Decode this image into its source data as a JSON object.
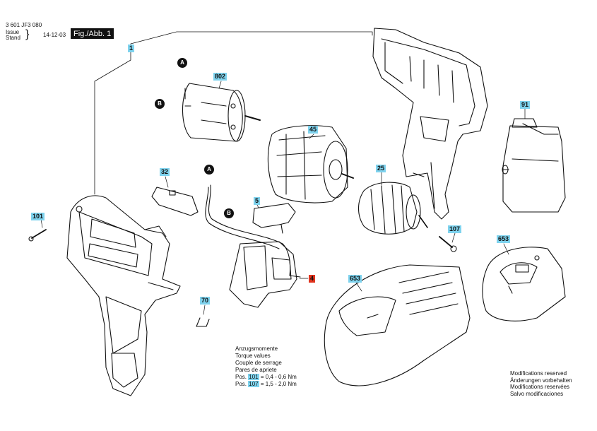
{
  "header": {
    "doc_number": "3 601 JF3 080",
    "issue_label": "Issue",
    "stand_label": "Stand",
    "date": "14-12-03",
    "figure": "Fig./Abb. 1"
  },
  "parts": {
    "p1": "1",
    "p802": "802",
    "p45": "45",
    "p91": "91",
    "p32": "32",
    "p25": "25",
    "p5": "5",
    "p101": "101",
    "p107": "107",
    "p653a": "653",
    "p653b": "653",
    "p4": "4",
    "p70": "70"
  },
  "connectors": {
    "a1": "A",
    "b1": "B",
    "a2": "A",
    "b2": "B"
  },
  "torque": {
    "line1": "Anzugsmomente",
    "line2": "Torque values",
    "line3": "Couple de serrage",
    "line4": "Pares de apriete",
    "pos_label": "Pos.",
    "row1_part": "101",
    "row1_value": "= 0,4  -  0,6 Nm",
    "row2_part": "107",
    "row2_value": "= 1,5  -  2,0 Nm"
  },
  "modifications": {
    "en": "Modifications reserved",
    "de": "Änderungen vorbehalten",
    "fr": "Modifications reservées",
    "es": "Salvo modificaciones"
  },
  "colors": {
    "badge": "#7fd3ee",
    "badge_red": "#e0341e",
    "ink": "#111111"
  }
}
